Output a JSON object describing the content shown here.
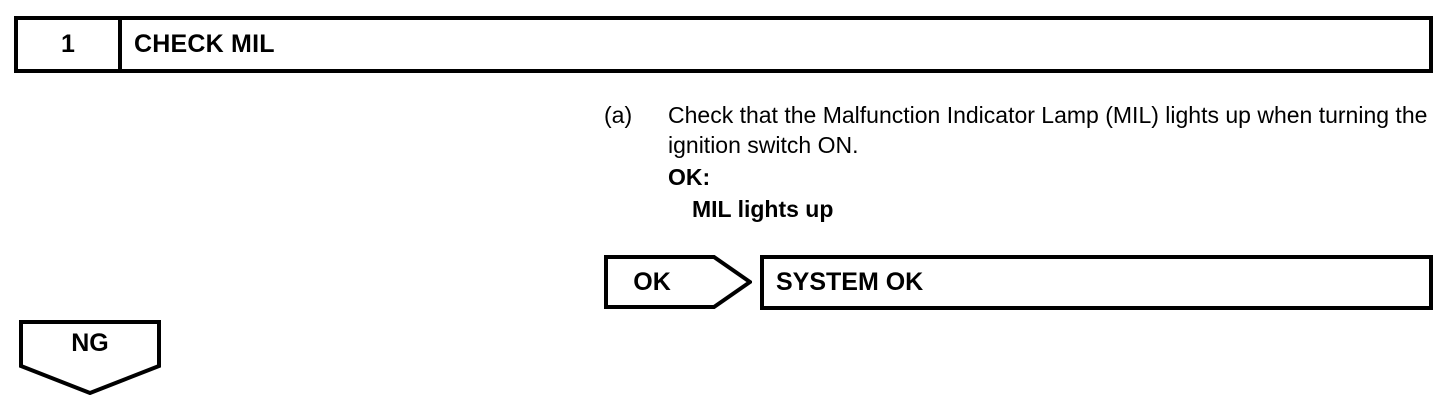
{
  "step": {
    "number": "1",
    "title": "CHECK MIL"
  },
  "procedure": {
    "marker": "(a)",
    "text": "Check that the Malfunction Indicator Lamp (MIL) lights up when turning the ignition switch ON.",
    "ok_label": "OK:",
    "ok_value": "MIL lights up"
  },
  "branches": {
    "ok": {
      "tag": "OK",
      "result": "SYSTEM OK"
    },
    "ng": {
      "tag": "NG"
    }
  },
  "colors": {
    "ink": "#000000",
    "paper": "#ffffff"
  }
}
